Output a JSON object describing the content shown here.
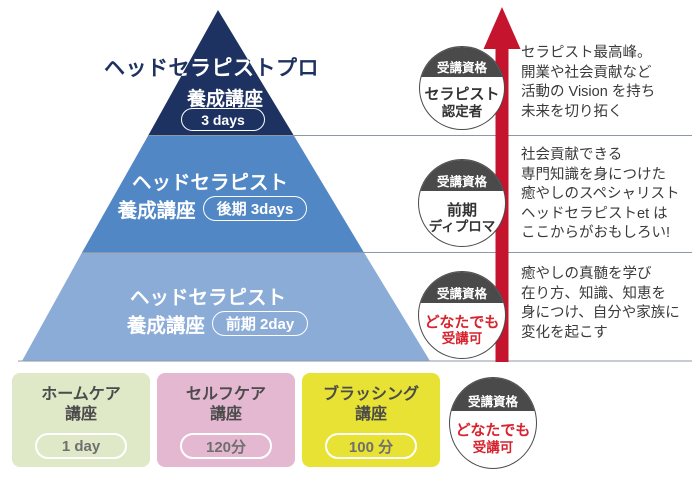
{
  "colors": {
    "tier_top": "#1e3261",
    "tier_middle": "#5287c5",
    "tier_bottom": "#8cacd8",
    "arrow_red": "#c5142e",
    "divider_gray": "#8e98a4",
    "circle_band": "#4a4a4a",
    "accent_red": "#d7232d",
    "course_home": "#dfe9c7",
    "course_self": "#e5b8d2",
    "course_brushing": "#e7e233"
  },
  "pyramid": {
    "tiers": [
      {
        "line1": "ヘッドセラピストプロ",
        "line2": "養成講座",
        "badge": "3 days"
      },
      {
        "line1": "ヘッドセラピスト",
        "line2": "養成講座",
        "badge": "後期 3days"
      },
      {
        "line1": "ヘッドセラピスト",
        "line2": "養成講座",
        "badge": "前期 2day"
      }
    ]
  },
  "qualifications": [
    {
      "header": "受講資格",
      "line1": "セラピスト",
      "line2": "認定者"
    },
    {
      "header": "受講資格",
      "line1": "前期",
      "line2": "ディプロマ"
    },
    {
      "header": "受講資格",
      "line1": "どなたでも",
      "line2": "受講可"
    },
    {
      "header": "受講資格",
      "line1": "どなたでも",
      "line2": "受講可"
    }
  ],
  "notes": [
    {
      "lines": [
        "セラピスト最高峰。",
        "開業や社会貢献など",
        "活動の Vision を持ち",
        "未来を切り拓く"
      ]
    },
    {
      "lines": [
        "社会貢献できる",
        "専門知識を身につけた",
        "癒やしのスペシャリスト",
        "ヘッドセラピストet は",
        "ここからがおもしろい!"
      ]
    },
    {
      "lines": [
        "癒やしの真髄を学び",
        "在り方、知識、知恵を",
        "身につけ、自分や家族に",
        "変化を起こす"
      ]
    }
  ],
  "courses": [
    {
      "line1": "ホームケア",
      "line2": "講座",
      "badge": "1 day"
    },
    {
      "line1": "セルフケア",
      "line2": "講座",
      "badge": "120分"
    },
    {
      "line1": "ブラッシング",
      "line2": "講座",
      "badge": "100 分"
    }
  ]
}
